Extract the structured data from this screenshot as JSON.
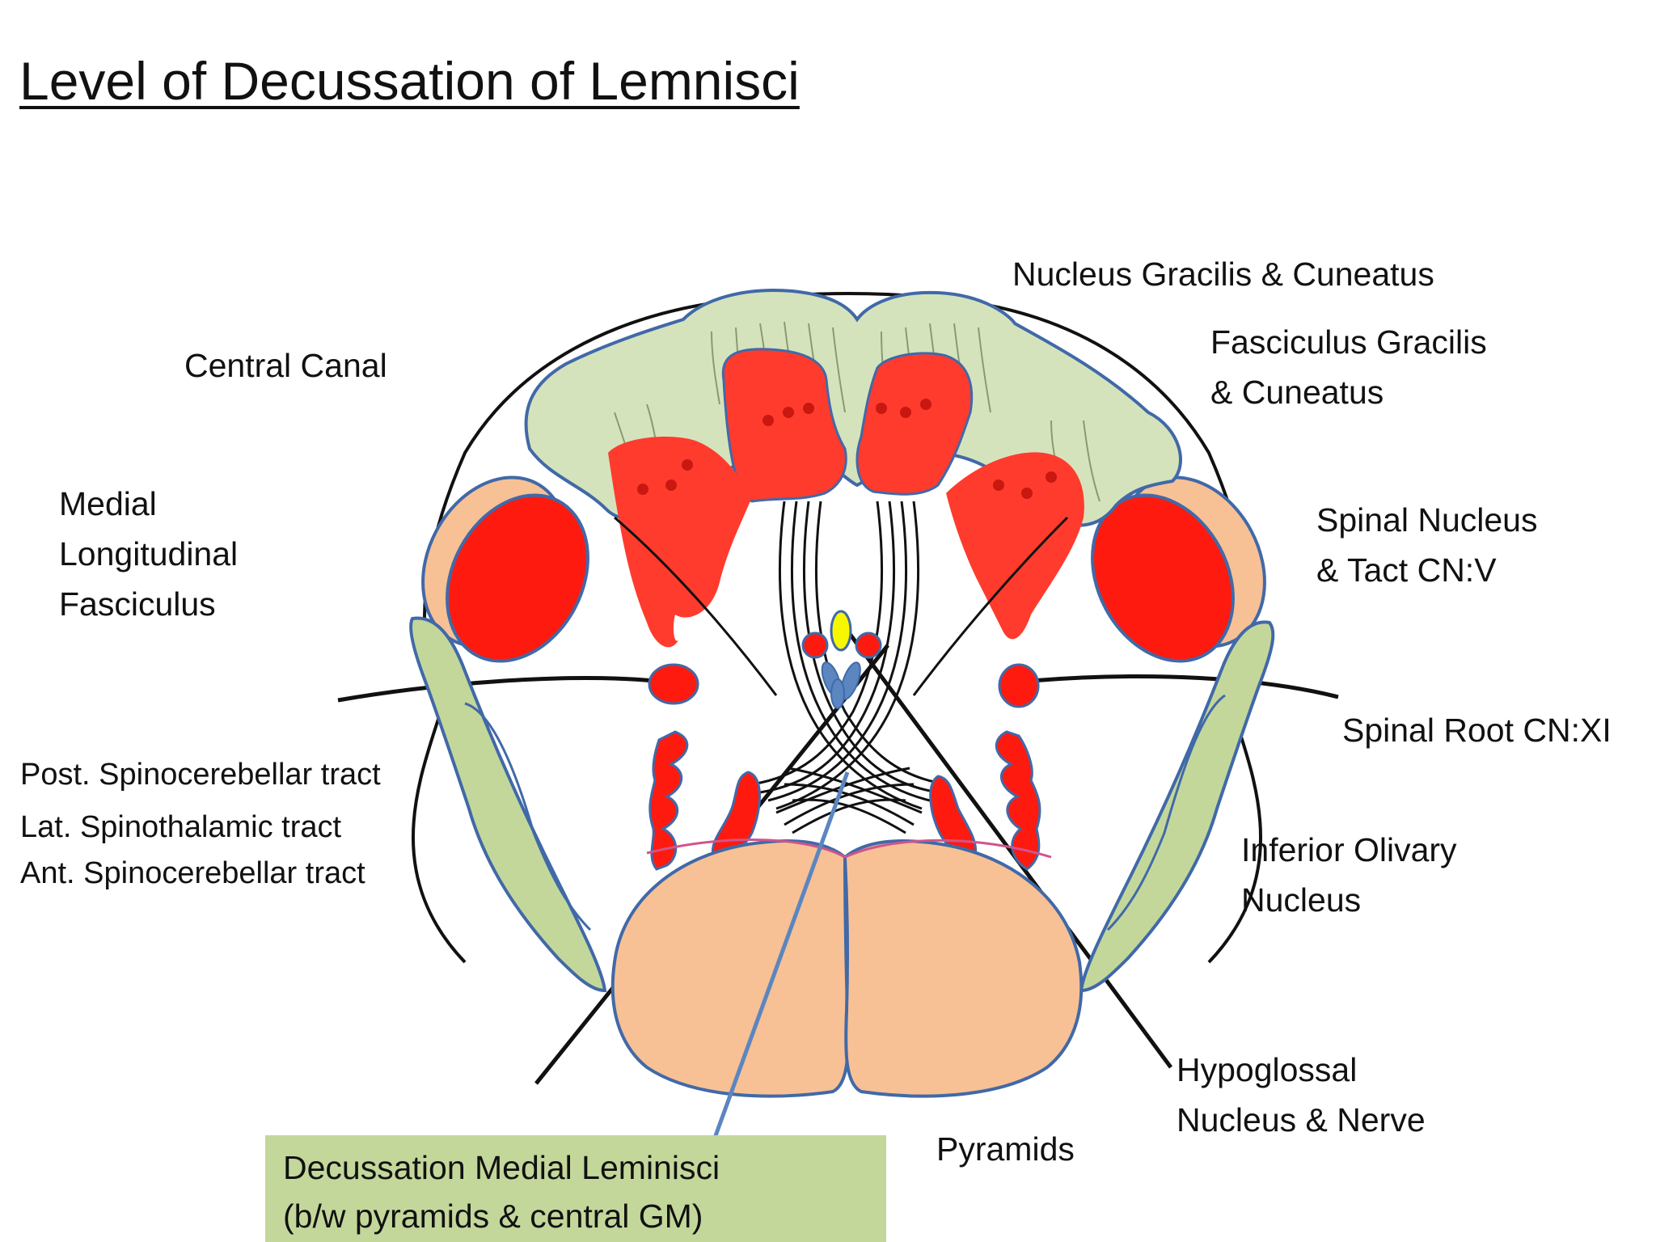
{
  "title": "Level of Decussation of Lemnisci",
  "colors": {
    "nucleus_red": "#ff2a1f",
    "gray_matter_red": "#ff4d3d",
    "fasciculus_green": "#d5e3bc",
    "tract_green": "#c4d79b",
    "pyramid_peach": "#f7c195",
    "outline_blue": "#4169a8",
    "canal_yellow": "#f7f700",
    "pointer_blue": "#5b86c0",
    "callout_bg": "#c4d79b"
  },
  "labels": {
    "nucleus_gracilis": "Nucleus Gracilis & Cuneatus",
    "fasciculus_gracilis": [
      "Fasciculus Gracilis",
      "& Cuneatus"
    ],
    "central_canal": "Central Canal",
    "mlf": [
      "Medial",
      "Longitudinal",
      "Fasciculus"
    ],
    "spinal_nucleus": [
      "Spinal Nucleus",
      "& Tact CN:V"
    ],
    "spinal_root": "Spinal Root CN:XI",
    "post_spinocerebellar": "Post. Spinocerebellar tract",
    "lat_spinothalamic": "Lat. Spinothalamic tract",
    "ant_spinocerebellar": "Ant. Spinocerebellar tract",
    "inferior_olivary": [
      "Inferior Olivary",
      "Nucleus"
    ],
    "hypoglossal": [
      "Hypoglossal",
      "Nucleus & Nerve"
    ],
    "pyramids": "Pyramids"
  },
  "callout": {
    "lines": [
      "Decussation Medial Leminisci",
      "(b/w pyramids & central GM)"
    ]
  }
}
